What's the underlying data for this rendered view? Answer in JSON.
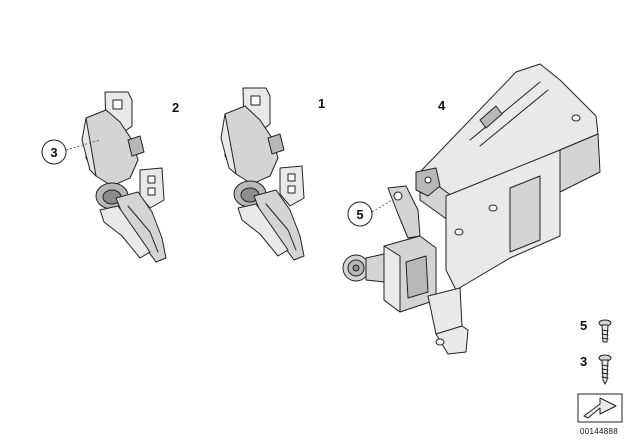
{
  "callouts": {
    "part_1": "1",
    "part_2": "2",
    "part_3_circled": "3",
    "part_4": "4",
    "part_5_circled": "5",
    "legend_5": "5",
    "legend_3": "3"
  },
  "drawing_number": "00144888"
}
